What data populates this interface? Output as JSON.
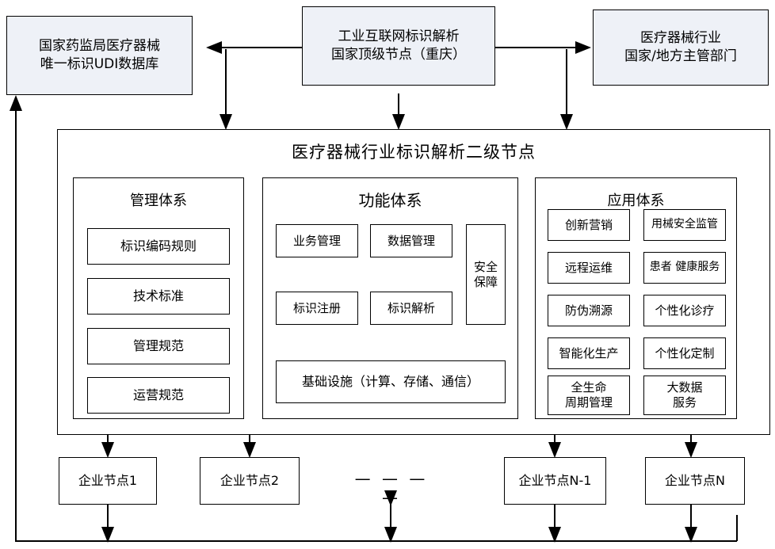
{
  "diagram": {
    "top_nodes": [
      {
        "id": "udi-db",
        "label": "国家药监局医疗器械\n唯一标识UDI数据库"
      },
      {
        "id": "top-node",
        "label": "工业互联网标识解析\n国家顶级节点（重庆）"
      },
      {
        "id": "authority",
        "label": "医疗器械行业\n国家/地方主管部门"
      }
    ],
    "main": {
      "title": "医疗器械行业标识解析二级节点",
      "panels": [
        {
          "id": "management-system",
          "title": "管理体系",
          "items": [
            "标识编码规则",
            "技术标准",
            "管理规范",
            "运营规范"
          ]
        },
        {
          "id": "function-system",
          "title": "功能体系",
          "items": [
            "业务管理",
            "数据管理",
            "标识注册",
            "标识解析"
          ],
          "side_item": "安全\n保障",
          "footer_item": "基础设施（计算、存储、通信）"
        },
        {
          "id": "application-system",
          "title": "应用体系",
          "left_items": [
            "创新营销",
            "远程运维",
            "防伪溯源",
            "智能化生产",
            "全生命\n周期管理"
          ],
          "right_items": [
            "用械安全监管",
            "患者 健康服务",
            "个性化诊疗",
            "个性化定制",
            "大数据\n服务"
          ]
        }
      ]
    },
    "enterprise_nodes": [
      {
        "id": "ent-1",
        "label": "企业节点1"
      },
      {
        "id": "ent-2",
        "label": "企业节点2"
      },
      {
        "id": "ent-dots",
        "label": "— — — —"
      },
      {
        "id": "ent-n-1",
        "label": "企业节点N-1"
      },
      {
        "id": "ent-n",
        "label": "企业节点N"
      }
    ],
    "colors": {
      "top_box_fill": "#eef1f7",
      "stroke": "#000000",
      "background": "#ffffff"
    }
  }
}
